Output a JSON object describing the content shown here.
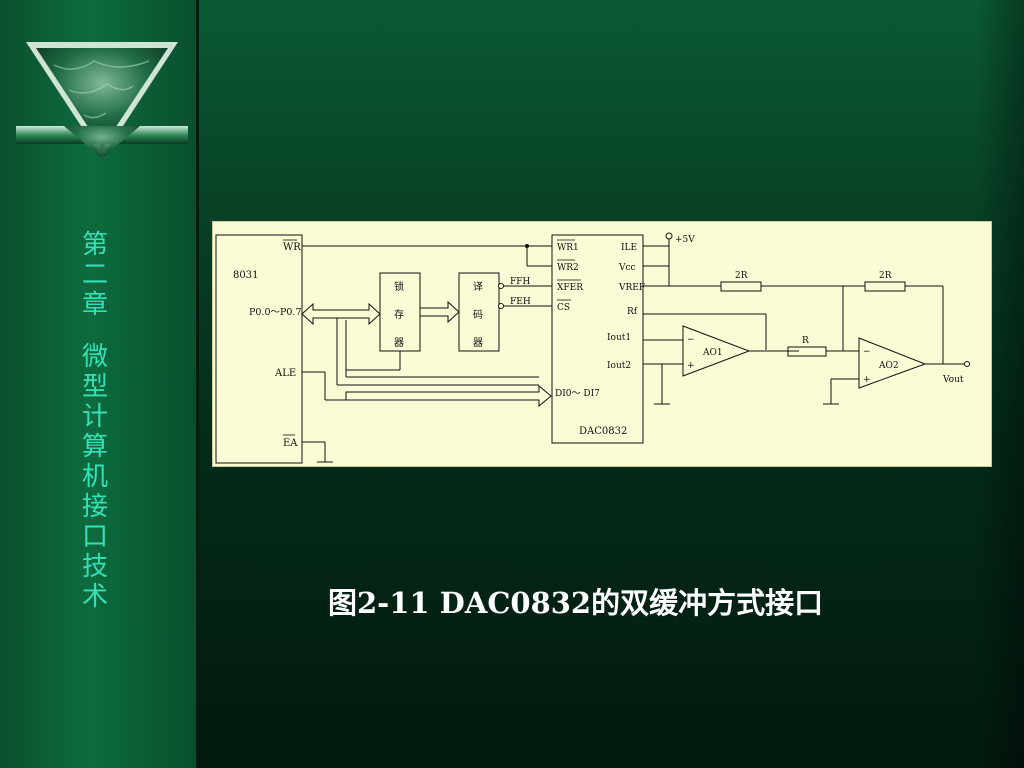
{
  "sidebar": {
    "chapter_lines": [
      "第",
      "二",
      "章",
      "",
      "微",
      "型",
      "计",
      "算",
      "机",
      "接",
      "口",
      "技",
      "术"
    ],
    "accent_color": "#35e0b8"
  },
  "diagram": {
    "cpu": {
      "name": "8031",
      "wr": "WR",
      "port": "P0.0～P0.7",
      "ale": "ALE",
      "ea": "EA"
    },
    "latch": {
      "chars": [
        "锁",
        "存",
        "器"
      ]
    },
    "decoder": {
      "chars": [
        "译",
        "码",
        "器"
      ],
      "addr_ffh": "FFH",
      "addr_feh": "FEH"
    },
    "dac": {
      "name": "DAC0832",
      "left_pins": [
        "WR1",
        "WR2",
        "XFER",
        "CS"
      ],
      "data_pins": "DI0～ DI7",
      "right_pins": [
        "ILE",
        "Vcc",
        "VREF",
        "Rf",
        "Iout1",
        "Iout2"
      ]
    },
    "supply": "+5V",
    "resistors": [
      "2R",
      "2R",
      "R"
    ],
    "opamps": [
      "AO1",
      "AO2"
    ],
    "output": "Vout"
  },
  "caption": "图2-11  DAC0832的双缓冲方式接口"
}
